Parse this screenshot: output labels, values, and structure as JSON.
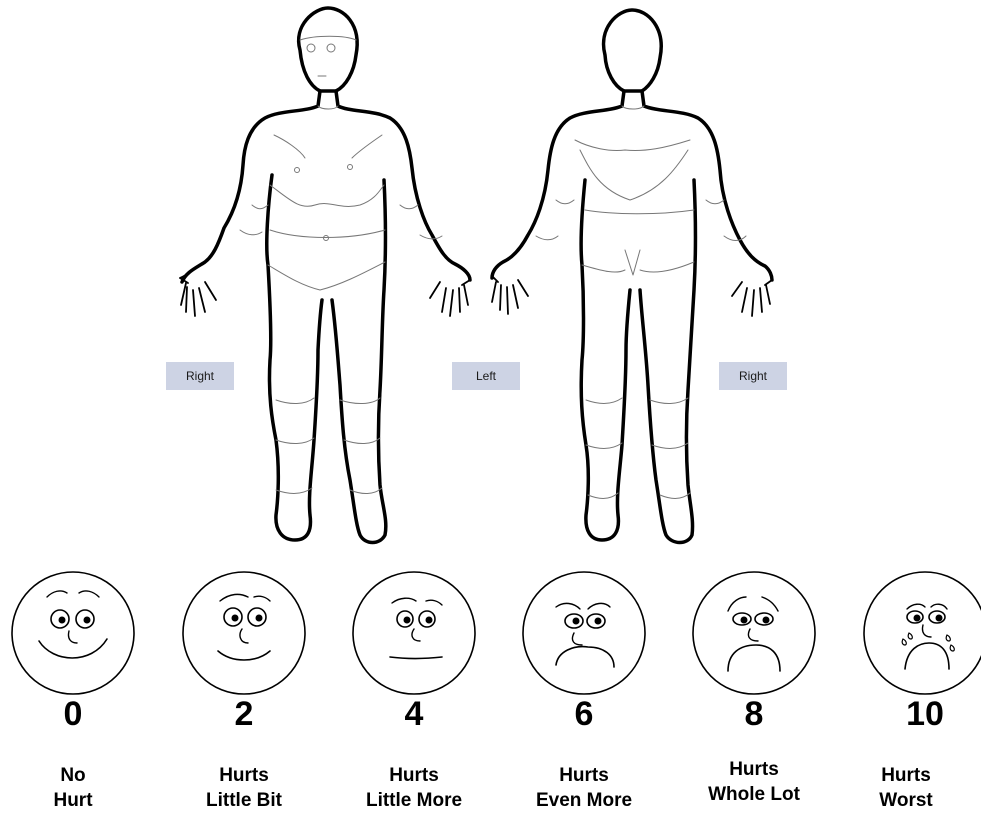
{
  "body_chart": {
    "labels": {
      "front_right": "Right",
      "back_left": "Left",
      "back_right": "Right"
    }
  },
  "pain_scale": {
    "faces": [
      {
        "score": "0",
        "line1": "No",
        "line2": "Hurt"
      },
      {
        "score": "2",
        "line1": "Hurts",
        "line2": "Little Bit"
      },
      {
        "score": "4",
        "line1": "Hurts",
        "line2": "Little More"
      },
      {
        "score": "6",
        "line1": "Hurts",
        "line2": "Even More"
      },
      {
        "score": "8",
        "line1": "Hurts",
        "line2": "Whole Lot"
      },
      {
        "score": "10",
        "line1": "Hurts",
        "line2": "Worst"
      }
    ]
  }
}
